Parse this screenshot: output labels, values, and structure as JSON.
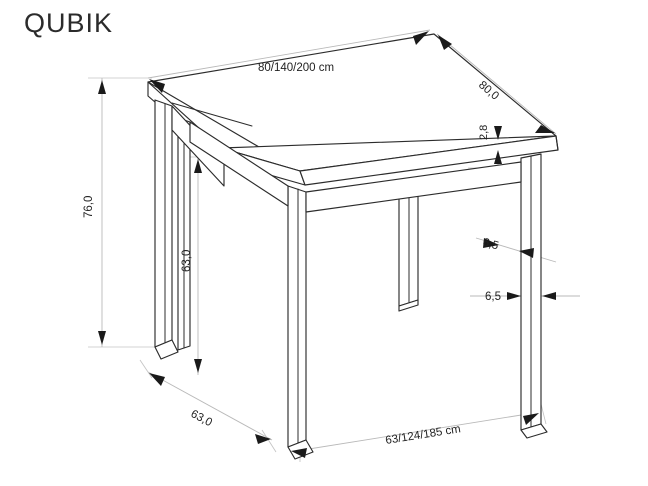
{
  "brand": {
    "name": "QUBIK"
  },
  "drawing": {
    "title": "QUBIK table technical dimension drawing",
    "product": "dining table",
    "projection": "isometric",
    "units_note": "cm",
    "line_color": "#2c2c2c",
    "dimension_line_color": "#b9b9b9",
    "arrow_color": "#1a1a1a",
    "background_color": "#ffffff"
  },
  "dimensions": {
    "top_width": {
      "label": "80/140/200 cm",
      "name": "tabletop-width",
      "variants": [
        "80",
        "140",
        "200"
      ],
      "unit": "cm"
    },
    "top_depth": {
      "label": "80,0",
      "name": "tabletop-depth",
      "value": 80.0,
      "unit": "cm"
    },
    "top_thickness": {
      "label": "2,8",
      "name": "tabletop-thickness",
      "value": 2.8,
      "unit": "cm"
    },
    "total_height": {
      "label": "76,0",
      "name": "total-height",
      "value": 76.0,
      "unit": "cm"
    },
    "leg_clearance_height": {
      "label": "63,0",
      "name": "leg-clearance-height",
      "value": 63.0,
      "unit": "cm"
    },
    "base_depth": {
      "label": "63,0",
      "name": "base-depth",
      "value": 63.0,
      "unit": "cm"
    },
    "base_width": {
      "label": "63/124/185 cm",
      "name": "base-width",
      "variants": [
        "63",
        "124",
        "185"
      ],
      "unit": "cm"
    },
    "leg_section_a": {
      "label": "6,5",
      "name": "leg-section-width",
      "value": 6.5,
      "unit": "cm"
    },
    "leg_section_b": {
      "label": "6,5",
      "name": "leg-section-depth",
      "value": 6.5,
      "unit": "cm"
    }
  }
}
